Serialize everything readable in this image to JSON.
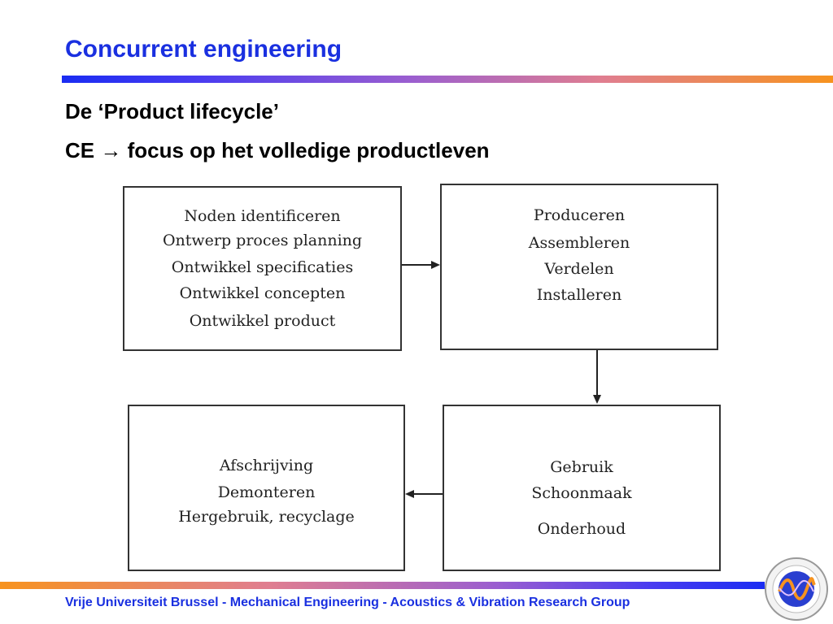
{
  "slide": {
    "title": "Concurrent engineering",
    "subtitle_line1": "De ‘Product lifecycle’",
    "subtitle_line2_prefix": "CE",
    "subtitle_line2_arrow": "→",
    "subtitle_line2_text": "focus op het volledige productleven"
  },
  "diagram": {
    "design_box": [
      "Noden identificeren",
      "Ontwerp proces planning",
      "Ontwikkel specificaties",
      "Ontwikkel concepten",
      "Ontwikkel product"
    ],
    "production_box": [
      "Produceren",
      "Assembleren",
      "Verdelen",
      "Installeren"
    ],
    "use_box": [
      "Gebruik",
      "Schoonmaak",
      "Onderhoud"
    ],
    "end_of_life_box": [
      "Afschrijving",
      "Demonteren",
      "Hergebruik, recyclage"
    ]
  },
  "footer": {
    "text": "Vrije Universiteit Brussel - Mechanical Engineering - Acoustics & Vibration Research Group",
    "logo_icon": "vub-acoustics-vibration-research-group-logo",
    "accent_blue": "#1a30e0",
    "accent_orange": "#f7931e"
  }
}
